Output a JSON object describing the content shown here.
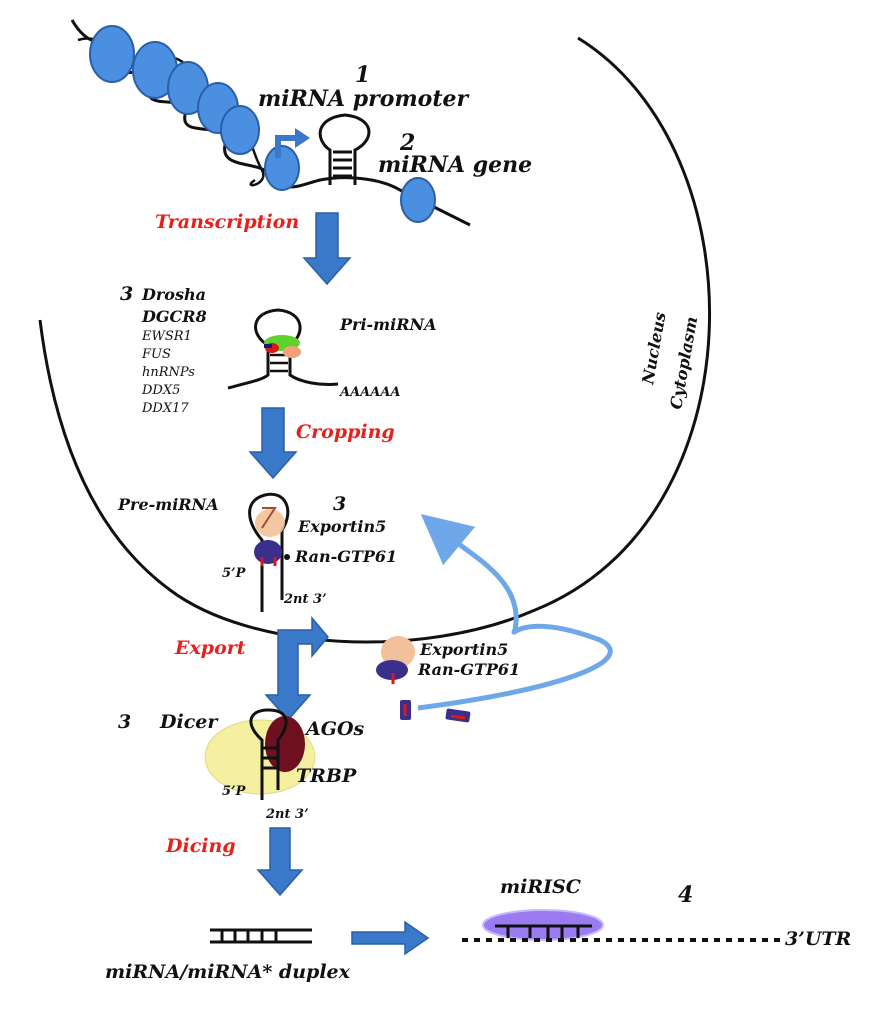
{
  "labels": {
    "step1_number": "1",
    "mirna_promoter": "miRNA promoter",
    "step2_number": "2",
    "mirna_gene": "miRNA gene",
    "transcription": "Transcription",
    "step3a_number": "3",
    "drosha": "Drosha",
    "dgcr8": "DGCR8",
    "ewsr1": "EWSR1",
    "fus": "FUS",
    "hnrnps": "hnRNPs",
    "ddx5": "DDX5",
    "ddx17": "DDX17",
    "pri_mirna": "Pri-miRNA",
    "polya": "AAAAAA",
    "cropping": "Cropping",
    "nucleus": "Nucleus",
    "cytoplasm": "Cytoplasm",
    "pre_mirna": "Pre-miRNA",
    "step3b_number": "3",
    "exportin5_a": "Exportin5",
    "ran_gtp_a": "Ran-GTP61",
    "five_p_a": "5’P",
    "two_nt_a": "2nt 3’",
    "export": "Export",
    "exportin5_b": "Exportin5",
    "ran_gtp_b": "Ran-GTP61",
    "step3c_number": "3",
    "dicer": "Dicer",
    "agos": "AGOs",
    "trbp": "TRBP",
    "five_p_b": "5’P",
    "two_nt_b": "2nt 3’",
    "dicing": "Dicing",
    "duplex": "miRNA/miRNA* duplex",
    "mirisc": "miRISC",
    "step4_number": "4",
    "utr": "3’UTR"
  },
  "colors": {
    "arrow_blue": "#3a78c9",
    "arrow_blue_dark": "#2a5fa8",
    "recycle_blue": "#6fa8e8",
    "nucleosome": "#4a8fe0",
    "label_red": "#e8201c",
    "drosha_green": "#5fd12e",
    "exportin_peach": "#f2c09a",
    "ran_purple": "#3a2f8a",
    "dicer_yellow": "#f4f0a0",
    "ago_maroon": "#6e1020",
    "mirisc_purple": "#9a7cf0"
  }
}
